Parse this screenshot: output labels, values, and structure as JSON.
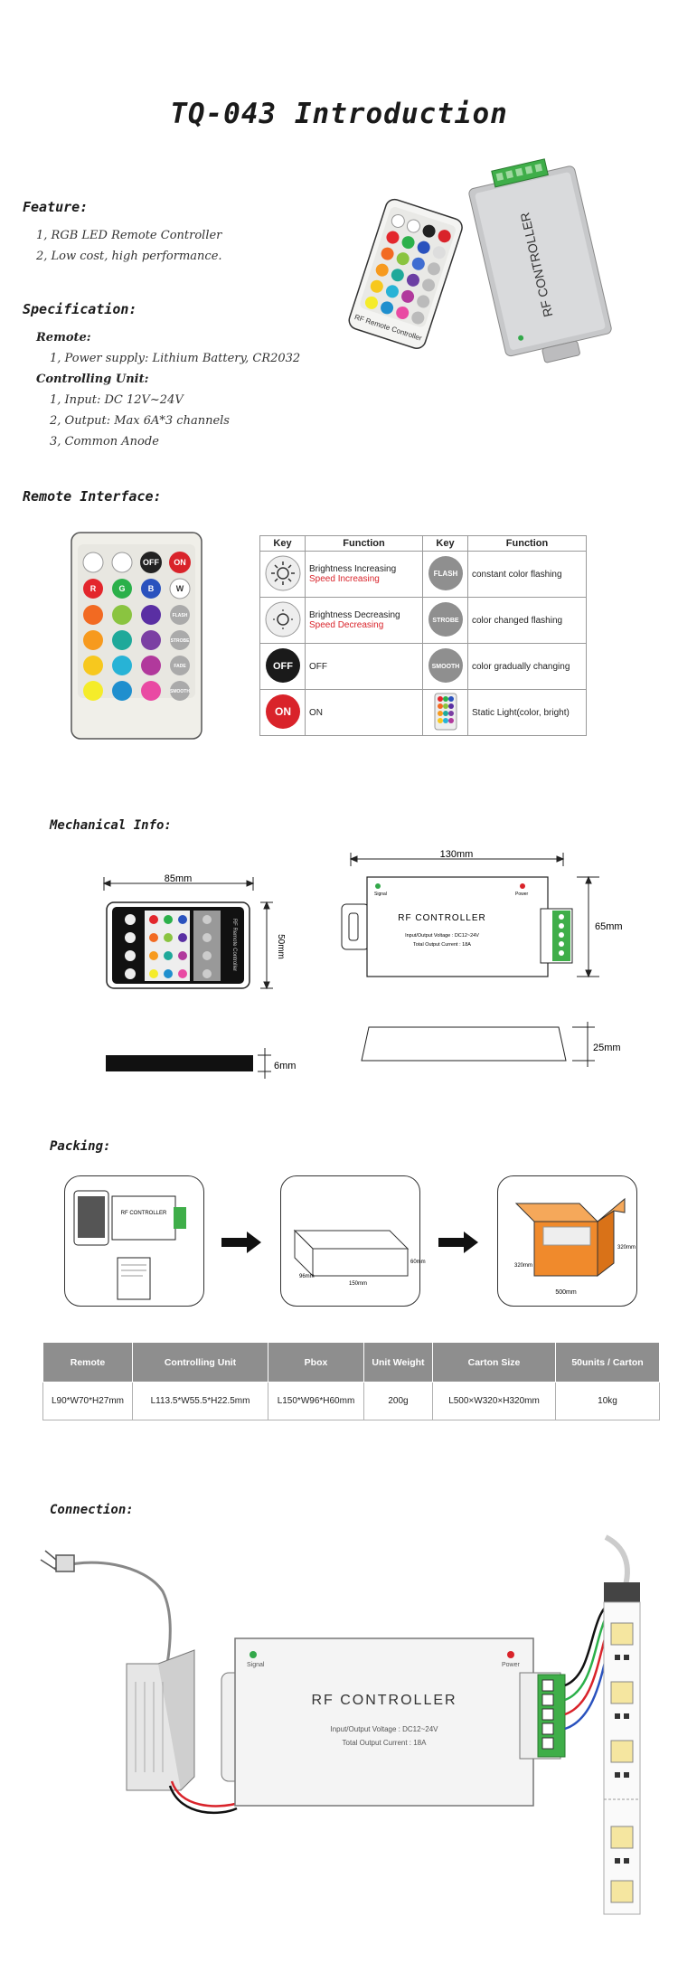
{
  "title": "TQ-043 Introduction",
  "feature": {
    "heading": "Feature:",
    "items": [
      "1, RGB LED Remote Controller",
      "2, Low cost, high performance."
    ]
  },
  "specification": {
    "heading": "Specification:",
    "remote_label": "Remote:",
    "remote_items": [
      "1, Power supply: Lithium Battery, CR2032"
    ],
    "unit_label": "Controlling Unit:",
    "unit_items": [
      "1, Input: DC 12V~24V",
      "2, Output: Max 6A*3 channels",
      "3, Common Anode"
    ]
  },
  "product_photo": {
    "remote_text": "RF Remote Controller",
    "box_text": "RF CONTROLLER"
  },
  "remote_interface": {
    "heading": "Remote Interface:",
    "remote_buttons": {
      "off": "OFF",
      "on": "ON",
      "r": "R",
      "g": "G",
      "b": "B",
      "w": "W",
      "flash": "FLASH",
      "strobe": "STROBE",
      "fade": "FADE",
      "smooth": "SMOOTH"
    },
    "table_headers": [
      "Key",
      "Function",
      "Key",
      "Function"
    ],
    "rows": [
      {
        "left_key": "brightness-up",
        "left_fn": "Brightness Increasing",
        "left_fn2": "Speed Increasing",
        "right_key": "FLASH",
        "right_fn": "constant color flashing"
      },
      {
        "left_key": "brightness-down",
        "left_fn": "Brightness Decreasing",
        "left_fn2": "Speed Decreasing",
        "right_key": "STROBE",
        "right_fn": "color changed flashing"
      },
      {
        "left_key": "OFF",
        "left_fn": "OFF",
        "left_fn2": "",
        "right_key": "SMOOTH",
        "right_fn": "color gradually changing"
      },
      {
        "left_key": "ON",
        "left_fn": "ON",
        "left_fn2": "",
        "right_key": "colors",
        "right_fn": "Static Light(color, bright)"
      }
    ]
  },
  "mechanical": {
    "heading": "Mechanical Info:",
    "remote_width": "85mm",
    "remote_height": "50mm",
    "remote_thickness": "6mm",
    "remote_label": "RF Remote Controller",
    "ctrl_width": "130mm",
    "ctrl_height": "65mm",
    "ctrl_thickness": "25mm",
    "ctrl_title": "RF CONTROLLER",
    "ctrl_line1": "Input/Output  Voltage : DC12~24V",
    "ctrl_line2": "Total  Output  Current : 18A",
    "signal": "Signal",
    "power": "Power"
  },
  "packing": {
    "heading": "Packing:",
    "box1_label": "RF CONTROLLER",
    "box2_dims": [
      "150mm",
      "96mm",
      "60mm"
    ],
    "box3_dims": [
      "500mm",
      "320mm",
      "320mm"
    ],
    "table_headers": [
      "Remote",
      "Controlling Unit",
      "Pbox",
      "Unit Weight",
      "Carton Size",
      "50units / Carton"
    ],
    "table_row": [
      "L90*W70*H27mm",
      "L113.5*W55.5*H22.5mm",
      "L150*W96*H60mm",
      "200g",
      "L500×W320×H320mm",
      "10kg"
    ]
  },
  "connection": {
    "heading": "Connection:",
    "ctrl_title": "RF CONTROLLER",
    "ctrl_line1": "Input/Output  Voltage : DC12~24V",
    "ctrl_line2": "Total  Output  Current : 18A",
    "signal": "Signal",
    "power": "Power"
  }
}
